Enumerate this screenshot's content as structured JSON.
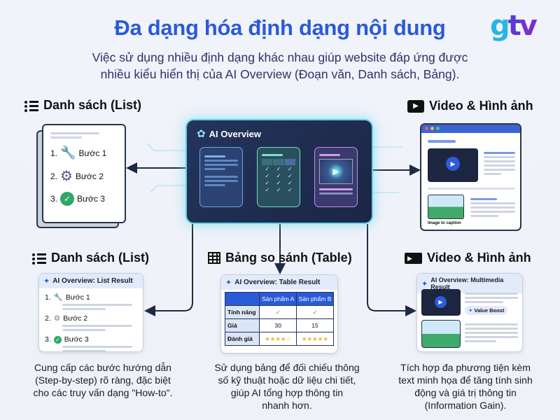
{
  "title": "Đa dạng hóa định dạng nội dung",
  "logo": {
    "text": "gtv",
    "parts": [
      "g",
      "t",
      "v"
    ]
  },
  "subtitle": [
    "Việc sử dụng nhiều định dạng khác nhau giúp website đáp ứng được",
    "nhiều kiểu hiển thị của AI Overview (Đoạn văn, Danh sách, Bảng)."
  ],
  "center": {
    "label": "AI Overview",
    "icon": "openai-logo-icon"
  },
  "top_left": {
    "heading": "Danh sách (List)",
    "icon": "list-icon",
    "steps": [
      {
        "num": "1.",
        "label": "Bước 1",
        "icon": "wrench-icon"
      },
      {
        "num": "2.",
        "label": "Bước 2",
        "icon": "gear-icon"
      },
      {
        "num": "3.",
        "label": "Bước 3",
        "icon": "check-circle-icon"
      }
    ]
  },
  "top_right": {
    "heading": "Video & Hình ảnh",
    "icon": "video-play-icon",
    "caption": "Image to caption"
  },
  "columns": [
    {
      "heading": "Danh sách (List)",
      "icon": "list-icon",
      "card_title": "AI Overview: List Result",
      "steps": [
        {
          "num": "1.",
          "label": "Bước 1"
        },
        {
          "num": "2.",
          "label": "Bước 2"
        },
        {
          "num": "3.",
          "label": "Bước 3"
        }
      ],
      "description": [
        "Cung cấp các bước hướng dẫn",
        "(Step-by-step) rõ ràng, đặc biệt",
        "cho các truy vấn dạng \"How-to\"."
      ]
    },
    {
      "heading": "Bảng so sánh (Table)",
      "icon": "table-icon",
      "card_title": "AI Overview: Table Result",
      "table": {
        "headers": [
          "",
          "Sản phẩm A",
          "Sản phẩm B"
        ],
        "rows": [
          [
            "Tính năng",
            "✓",
            "✓"
          ],
          [
            "Giá",
            "30",
            "15"
          ],
          [
            "Đánh giá",
            "★★★★☆",
            "★★★★★"
          ]
        ],
        "ratings": [
          4,
          4.5
        ]
      },
      "description": [
        "Sử dụng bảng để đối chiếu thông",
        "số kỹ thuật hoặc dữ liệu chi tiết,",
        "giúp AI tổng hợp thông tin",
        "nhanh hơn."
      ]
    },
    {
      "heading": "Video & Hình ảnh",
      "icon": "video-camera-icon",
      "card_title": "AI Overview: Multimedia Result",
      "badge": "Value Boost",
      "description": [
        "Tích hợp đa phương tiện kèm",
        "text minh họa để tăng tính sinh",
        "động và giá trị thông tin",
        "(Information Gain)."
      ]
    }
  ],
  "colors": {
    "title": "#2a5bd7",
    "subtitle": "#3a2b66",
    "panel": "#1f2d50",
    "glow": "#63d3e6",
    "check": "#2fa765",
    "browser_bar": "#3a64d6"
  }
}
